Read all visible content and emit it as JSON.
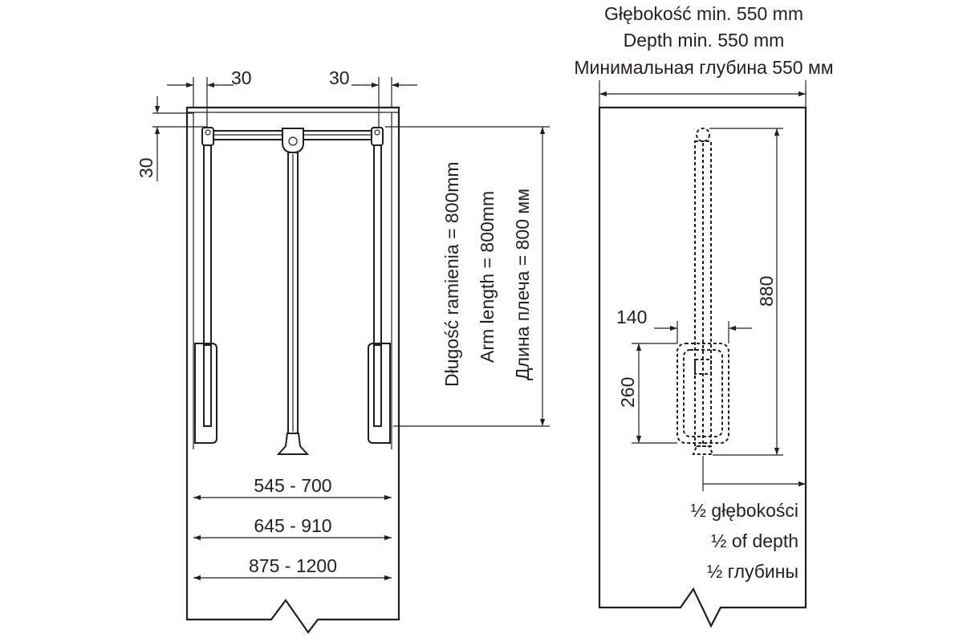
{
  "front_view": {
    "dim_left_gap": "30",
    "dim_right_gap": "30",
    "dim_top_gap": "30",
    "arm_length_pl": "Długość ramienia = 800mm",
    "arm_length_en": "Arm length = 800mm",
    "arm_length_ru": "Длина плеча = 800 мм",
    "width_range_1": "545 - 700",
    "width_range_2": "645 - 910",
    "width_range_3": "875 - 1200"
  },
  "side_view": {
    "depth_pl": "Głębokość min. 550 mm",
    "depth_en": "Depth min. 550 mm",
    "depth_ru": "Минимальная глубина 550 мм",
    "dim_height": "880",
    "dim_width": "140",
    "dim_box_height": "260",
    "half_depth_pl": "½ głębokości",
    "half_depth_en": "½ of depth",
    "half_depth_ru": "½ глубины"
  }
}
